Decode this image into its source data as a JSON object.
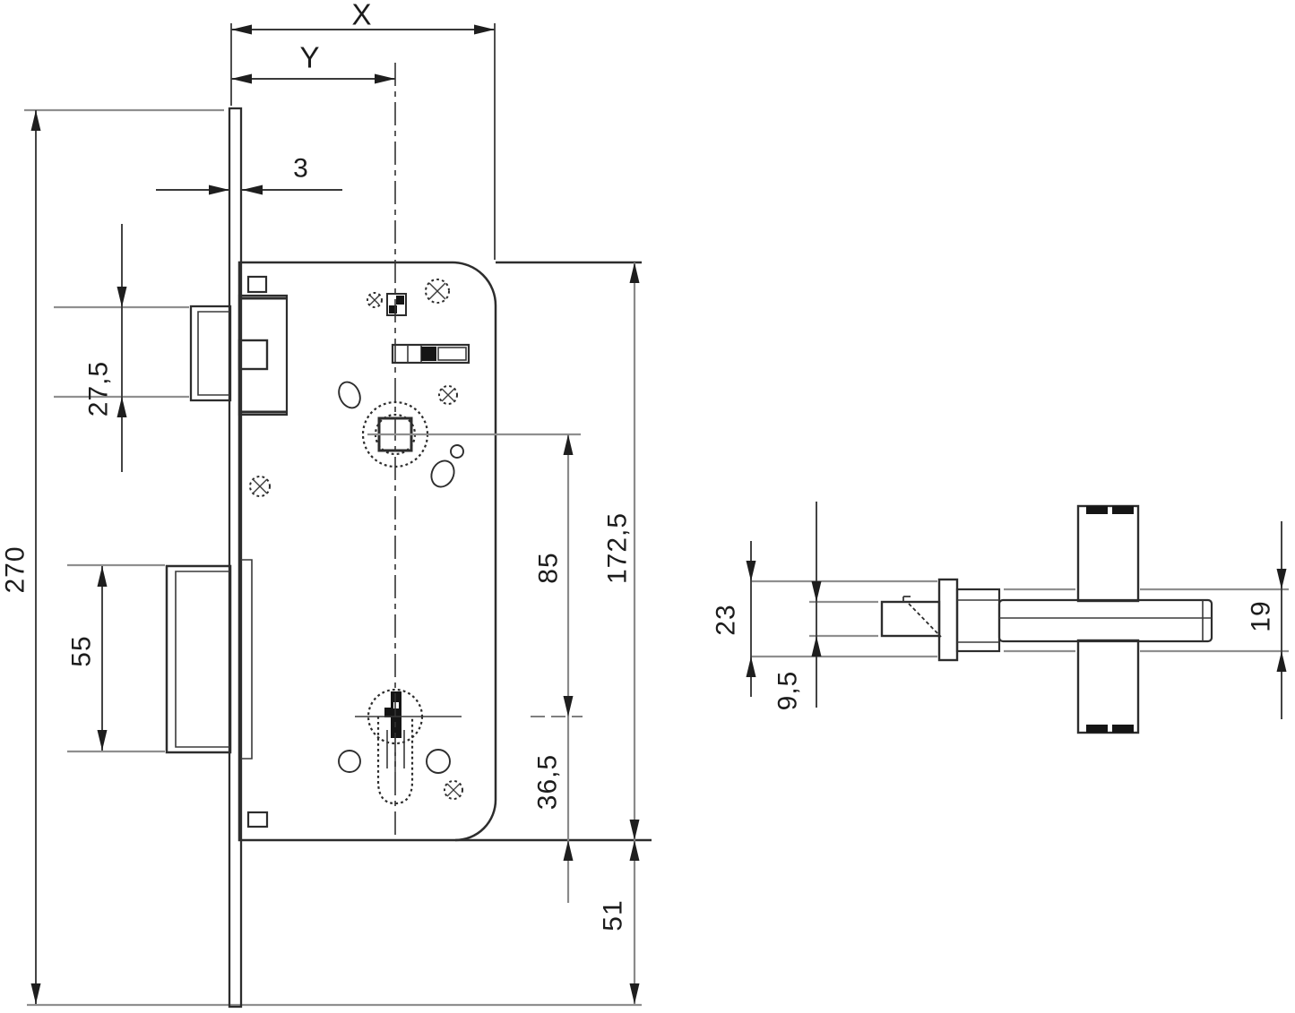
{
  "drawing": {
    "type": "technical-drawing",
    "subject": "mortise lock with latch, deadbolt, follower and profile cylinder",
    "colors": {
      "outline": "#2d2d2d",
      "extension_line": "#8f8f8f",
      "dimension_text": "#1c1c1c",
      "background": "#ffffff"
    },
    "views": {
      "front": {
        "name": "lock case front view"
      },
      "side": {
        "name": "latch and follower side view"
      }
    },
    "dimensions": {
      "front": {
        "backset_x": {
          "label": "X"
        },
        "backset_y": {
          "label": "Y"
        },
        "faceplate_thickness": {
          "label": "3"
        },
        "latch_height": {
          "label": "27,5"
        },
        "deadbolt_height": {
          "label": "55"
        },
        "faceplate_length": {
          "label": "270"
        },
        "follower_to_cylinder": {
          "label": "85"
        },
        "case_height": {
          "label": "172,5"
        },
        "cylinder_to_case_bottom": {
          "label": "36,5"
        },
        "case_bottom_to_faceplate_end": {
          "label": "51"
        }
      },
      "side": {
        "overall_height": {
          "label": "23"
        },
        "latch_head_height": {
          "label": "9,5"
        },
        "follower_hub_height": {
          "label": "19"
        }
      }
    }
  }
}
